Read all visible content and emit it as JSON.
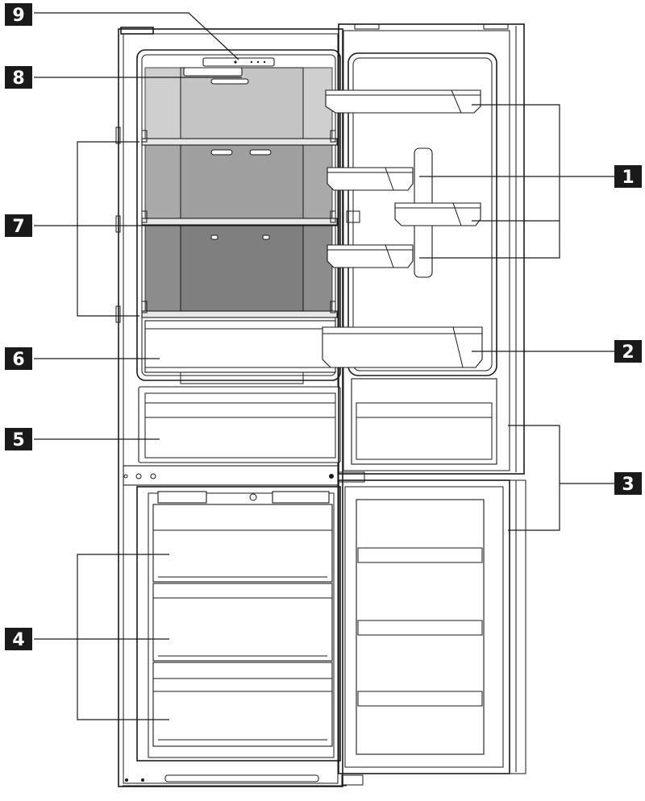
{
  "callouts": [
    {
      "id": "1",
      "label": "1"
    },
    {
      "id": "2",
      "label": "2"
    },
    {
      "id": "3",
      "label": "3"
    },
    {
      "id": "4",
      "label": "4"
    },
    {
      "id": "5",
      "label": "5"
    },
    {
      "id": "6",
      "label": "6"
    },
    {
      "id": "7",
      "label": "7"
    },
    {
      "id": "8",
      "label": "8"
    },
    {
      "id": "9",
      "label": "9"
    }
  ],
  "colors": {
    "line": "#1a1a1a",
    "shelf_light": "#c9c9c9",
    "shelf_mid": "#a9a9a9",
    "shelf_dark": "#8c8c8c",
    "back_panel": "#b3b3b3"
  }
}
